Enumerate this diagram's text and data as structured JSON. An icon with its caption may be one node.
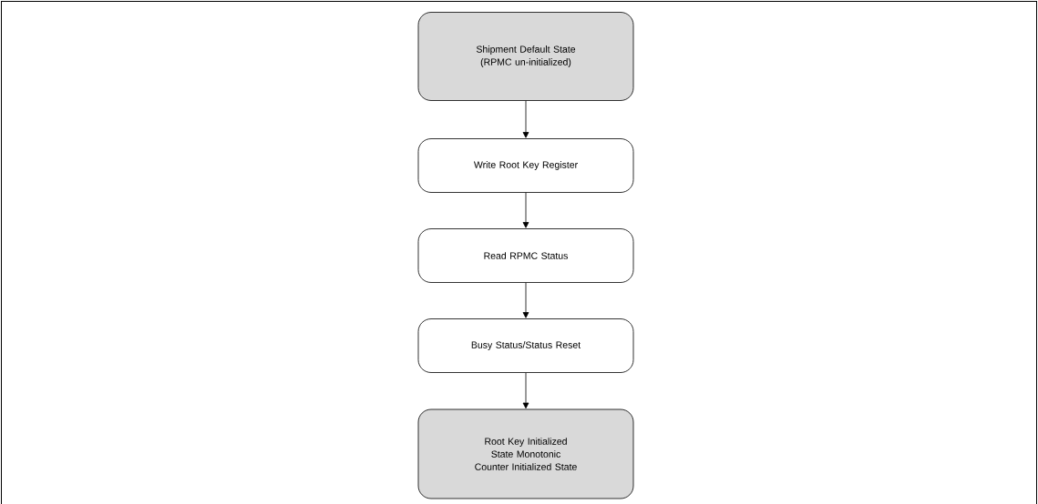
{
  "diagram": {
    "nodes": [
      {
        "text": [
          "Shipment Default State (RPMC un-initialized)"
        ]
      },
      {
        "text": [
          "Write Root Key Register"
        ]
      },
      {
        "text": [
          "Read RPMC Status"
        ]
      },
      {
        "text": [
          "Busy Status/Status Reset"
        ]
      },
      {
        "text": [
          "Root Key Initialized State Monotonic Counter Initialized State"
        ]
      }
    ],
    "edges": [
      {
        "from": 0,
        "to": 1,
        "arrow": "to"
      },
      {
        "from": 1,
        "to": 2,
        "arrow": "to"
      },
      {
        "from": 2,
        "to": 3,
        "arrow": "to"
      },
      {
        "from": 3,
        "to": 4,
        "arrow": "to"
      }
    ]
  }
}
